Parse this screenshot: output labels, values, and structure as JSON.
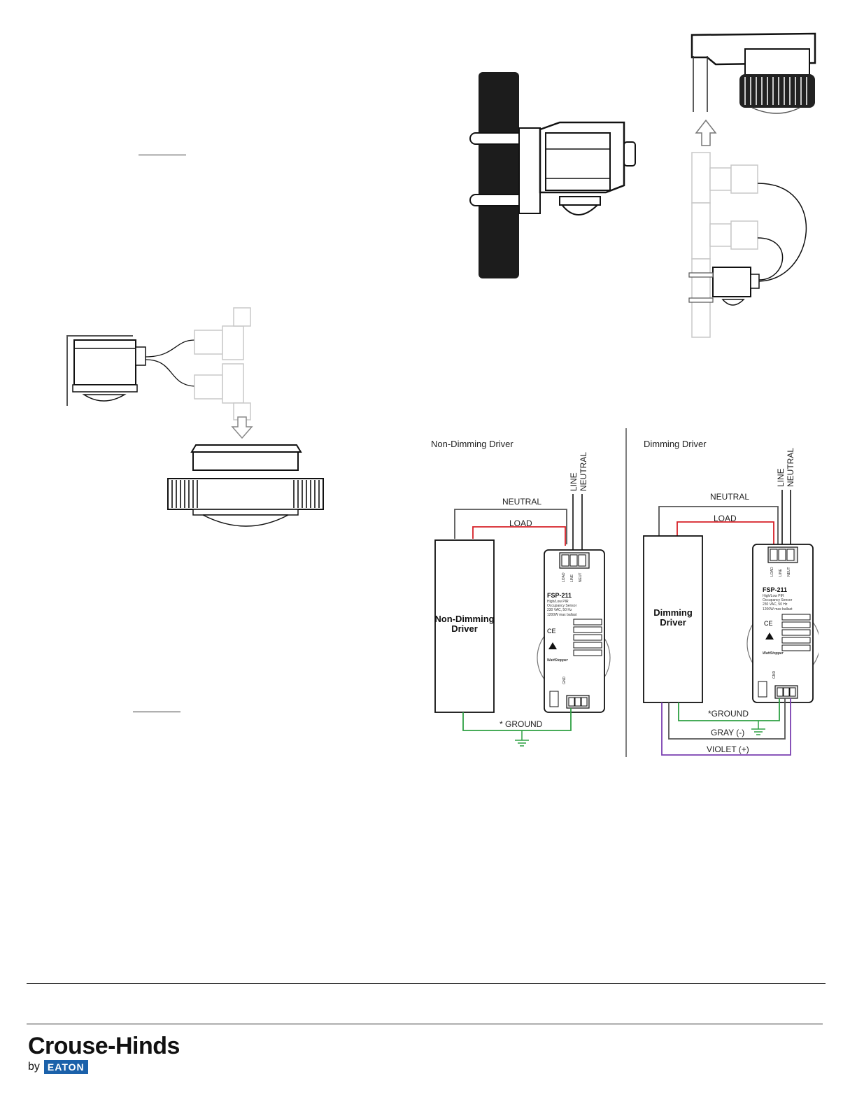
{
  "diagram_left": {
    "title": "Non-Dimming Driver",
    "driver_label_line1": "Non-Dimming",
    "driver_label_line2": "Driver",
    "wire_neutral": "NEUTRAL",
    "wire_load": "LOAD",
    "wire_line": "LINE",
    "wire_neutral_vertical": "NEUTRAL",
    "wire_ground": "* GROUND"
  },
  "diagram_right": {
    "title": "Dimming Driver",
    "driver_label_line1": "Dimming",
    "driver_label_line2": "Driver",
    "wire_neutral": "NEUTRAL",
    "wire_load": "LOAD",
    "wire_line": "LINE",
    "wire_neutral_vertical": "NEUTRAL",
    "wire_ground": "*GROUND",
    "wire_gray": "GRAY (-)",
    "wire_violet": "VIOLET (+)"
  },
  "sensor_label": {
    "model": "FSP-211",
    "line1": "High/Low PIR",
    "line2": "Occupancy Sensor",
    "line3": "230 VAC, 50 Hz",
    "line4": "1200W max ballast",
    "brand": "WattStopper",
    "terminal_load": "LOAD",
    "terminal_line": "LINE",
    "terminal_neut": "NEUT",
    "terminal_gnd": "GND"
  },
  "footer": {
    "brand_name": "Crouse-Hinds",
    "brand_by": "by",
    "brand_parent": "EATON"
  },
  "colors": {
    "load_wire": "#d62027",
    "ground_wire": "#2ea043",
    "gray_wire": "#555555",
    "violet_wire": "#7a3fb0",
    "neutral_wire": "#555555",
    "eaton_blue": "#1b61aa"
  }
}
